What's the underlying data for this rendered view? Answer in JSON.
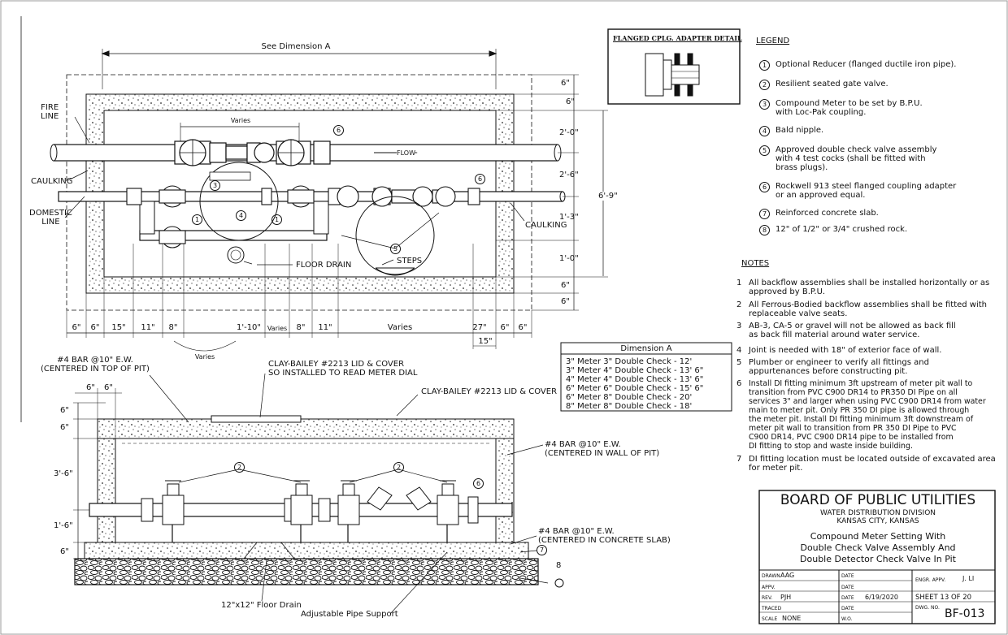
{
  "plan": {
    "see_dimension": "See Dimension A",
    "varies_top": "Varies",
    "fire_line": "FIRE\nLINE",
    "caulking_left": "CAULKING",
    "domestic_line": "DOMESTIC\nLINE",
    "caulking_right": "CAULKING",
    "flow": "FLOW",
    "floor_drain": "FLOOR DRAIN",
    "steps": "STEPS",
    "right_dims": [
      "6\"",
      "6\"",
      "2'-0\"",
      "2'-6\"",
      "6'-9\"",
      "1'-3\"",
      "1'-0\"",
      "6\"",
      "6\""
    ],
    "bottom_dims": [
      "6\"",
      "6\"",
      "15\"",
      "11\"",
      "8\"",
      "1'-10\"",
      "Varies",
      "8\"",
      "11\"",
      "Varies",
      "27\"",
      "6\"",
      "6\""
    ],
    "dim_15": "15\"",
    "varies_bottom": "Varies",
    "callouts": [
      "1",
      "1",
      "3",
      "4",
      "5",
      "6",
      "6"
    ]
  },
  "detail": {
    "title": "FLANGED CPLG. ADAPTER DETAIL"
  },
  "dimension_a": {
    "title": "Dimension A",
    "rows": [
      "3\" Meter 3\" Double Check - 12'",
      "3\" Meter 4\" Double Check - 13' 6\"",
      "4\" Meter 4\" Double Check - 13' 6\"",
      "6\" Meter 6\" Double Check - 15' 6\"",
      "6\" Meter 8\" Double Check - 20'",
      "8\" Meter 8\" Double Check - 18'"
    ]
  },
  "section": {
    "bar_top": "#4 BAR @10\" E.W.\n(CENTERED IN TOP OF PIT)",
    "clay_read": "CLAY-BAILEY #2213 LID & COVER\nSO INSTALLED TO READ METER DIAL",
    "clay": "CLAY-BAILEY #2213 LID & COVER",
    "bar_wall": "#4 BAR @10\" E.W.\n(CENTERED IN WALL OF PIT)",
    "bar_slab": "#4 BAR @10\" E.W.\n(CENTERED IN CONCRETE SLAB)",
    "floor_drain": "12\"x12\" Floor Drain",
    "pipe_support": "Adjustable Pipe Support",
    "top_dims": [
      "6\"",
      "6\""
    ],
    "left_dims": [
      "6\"",
      "6\"",
      "3'-6\"",
      "1'-6\"",
      "6\""
    ],
    "callouts": [
      "2",
      "2",
      "6",
      "7",
      "8"
    ]
  },
  "legend": {
    "title": "LEGEND",
    "items": [
      {
        "n": "1",
        "text": "Optional Reducer (flanged ductile iron pipe)."
      },
      {
        "n": "2",
        "text": "Resilient seated gate valve."
      },
      {
        "n": "3",
        "text": "Compound Meter to be set by B.P.U.\nwith Loc-Pak coupling."
      },
      {
        "n": "4",
        "text": "Bald nipple."
      },
      {
        "n": "5",
        "text": "Approved double check valve assembly\nwith 4 test cocks (shall be fitted with\nbrass plugs)."
      },
      {
        "n": "6",
        "text": "Rockwell 913 steel flanged coupling adapter\nor an approved equal."
      },
      {
        "n": "7",
        "text": "Reinforced concrete slab."
      },
      {
        "n": "8",
        "text": "12\" of 1/2\" or 3/4\" crushed rock."
      }
    ]
  },
  "notes": {
    "title": "NOTES",
    "items": [
      {
        "n": "1",
        "text": "All backflow assemblies shall be installed horizontally or as\napproved by B.P.U."
      },
      {
        "n": "2",
        "text": "All Ferrous-Bodied backflow assemblies shall be fitted with\nreplaceable valve seats."
      },
      {
        "n": "3",
        "text": "AB-3, CA-5 or gravel will not be allowed as back fill\nas back fill material around water service."
      },
      {
        "n": "4",
        "text": "Joint is needed with 18\" of exterior face of wall."
      },
      {
        "n": "5",
        "text": "Plumber or engineer to verify all fittings and\nappurtenances before constructing pit."
      },
      {
        "n": "6",
        "text": "Install DI fitting minimum 3ft upstream of meter pit wall to\ntransition from PVC C900 DR14 to PR350 DI Pipe on all\nservices 3\" and larger when using PVC C900 DR14 from water\nmain to meter pit. Only PR 350 DI pipe is allowed through\nthe meter pit. Install DI fitting minimum 3ft downstream of\nmeter pit wall to transition from PR 350 DI Pipe to PVC\nC900 DR14, PVC C900 DR14 pipe to be installed from\nDI fitting to stop and waste inside building."
      },
      {
        "n": "7",
        "text": "DI fitting location must be located outside of excavated area\nfor meter pit."
      }
    ]
  },
  "title_block": {
    "org": "BOARD OF PUBLIC UTILITIES",
    "division": "WATER DISTRIBUTION DIVISION",
    "city": "KANSAS CITY, KANSAS",
    "drawing_title": [
      "Compound Meter Setting With",
      "Double Check Valve Assembly And",
      "Double Detector Check Valve In Pit"
    ],
    "drawn_label": "DRAWN",
    "drawn": "AAG",
    "appv_label": "APPV.",
    "rev_label": "REV.",
    "rev": "PJH",
    "traced_label": "TRACED",
    "scale_label": "SCALE",
    "scale": "NONE",
    "date_label": "DATE",
    "date": "6/19/2020",
    "wo_label": "W.O.",
    "engr_label": "ENGR. APPV.",
    "engr": "J. LI",
    "sheet": "SHEET 13 OF 20",
    "dwg_label": "DWG. NO.",
    "dwg": "BF-013"
  }
}
